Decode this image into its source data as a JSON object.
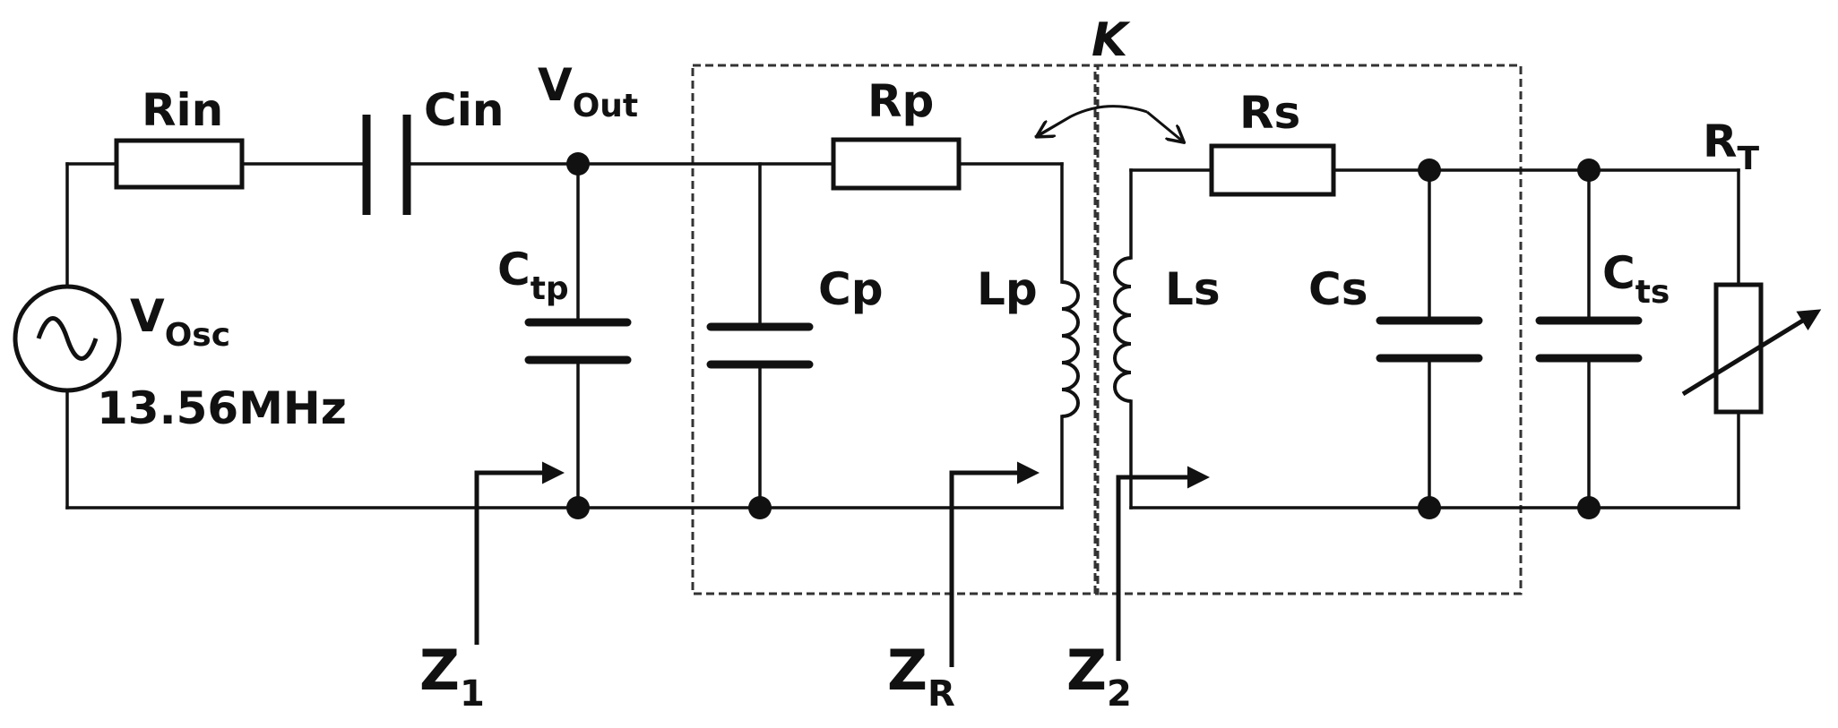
{
  "labels": {
    "rin": "Rin",
    "cin": "Cin",
    "vout_main": "V",
    "vout_sub": "Out",
    "rp": "Rp",
    "k": "K",
    "rs": "Rs",
    "rt_main": "R",
    "rt_sub": "T",
    "ctp_main": "C",
    "ctp_sub": "tp",
    "cp": "Cp",
    "lp": "Lp",
    "ls": "Ls",
    "cs": "Cs",
    "cts_main": "C",
    "cts_sub": "ts",
    "vosc_main": "V",
    "vosc_sub": "Osc",
    "frequency": "13.56MHz",
    "z1_main": "Z",
    "z1_sub": "1",
    "zr_main": "Z",
    "zr_sub": "R",
    "z2_main": "Z",
    "z2_sub": "2"
  }
}
